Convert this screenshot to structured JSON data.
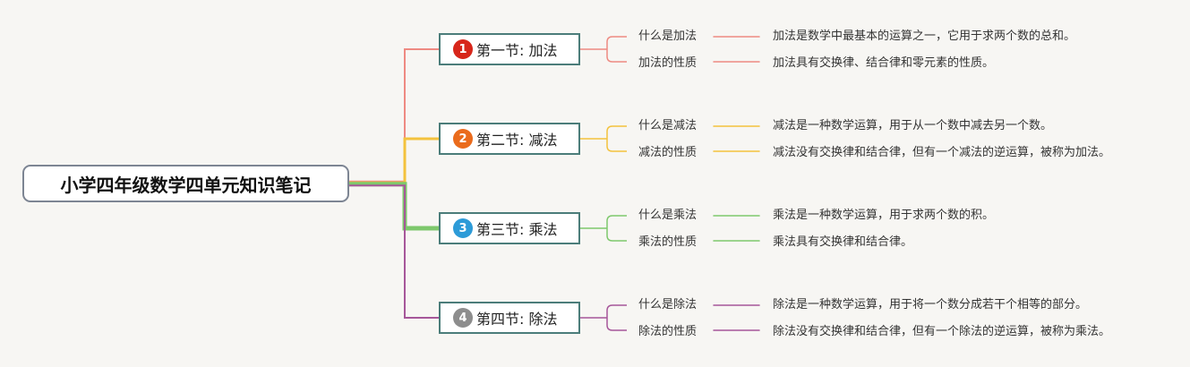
{
  "root": {
    "title": "小学四年级数学四单元知识笔记"
  },
  "sections": [
    {
      "number": "1",
      "title": "第一节: 加法",
      "color": "#ee8a82",
      "badge_color": "#d7261a",
      "items": [
        {
          "topic": "什么是加法",
          "description": "加法是数学中最基本的运算之一，它用于求两个数的总和。"
        },
        {
          "topic": "加法的性质",
          "description": "加法具有交换律、结合律和零元素的性质。"
        }
      ]
    },
    {
      "number": "2",
      "title": "第二节: 减法",
      "color": "#f3c23d",
      "badge_color": "#ea6b1c",
      "items": [
        {
          "topic": "什么是减法",
          "description": "减法是一种数学运算，用于从一个数中减去另一个数。"
        },
        {
          "topic": "减法的性质",
          "description": "减法没有交换律和结合律，但有一个减法的逆运算，被称为加法。"
        }
      ]
    },
    {
      "number": "3",
      "title": "第三节: 乘法",
      "color": "#7ec86c",
      "badge_color": "#2d9bd8",
      "items": [
        {
          "topic": "什么是乘法",
          "description": "乘法是一种数学运算，用于求两个数的积。"
        },
        {
          "topic": "乘法的性质",
          "description": "乘法具有交换律和结合律。"
        }
      ]
    },
    {
      "number": "4",
      "title": "第四节: 除法",
      "color": "#a6579a",
      "badge_color": "#8d8d8d",
      "items": [
        {
          "topic": "什么是除法",
          "description": "除法是一种数学运算，用于将一个数分成若干个相等的部分。"
        },
        {
          "topic": "除法的性质",
          "description": "除法没有交换律和结合律，但有一个除法的逆运算，被称为乘法。"
        }
      ]
    }
  ]
}
